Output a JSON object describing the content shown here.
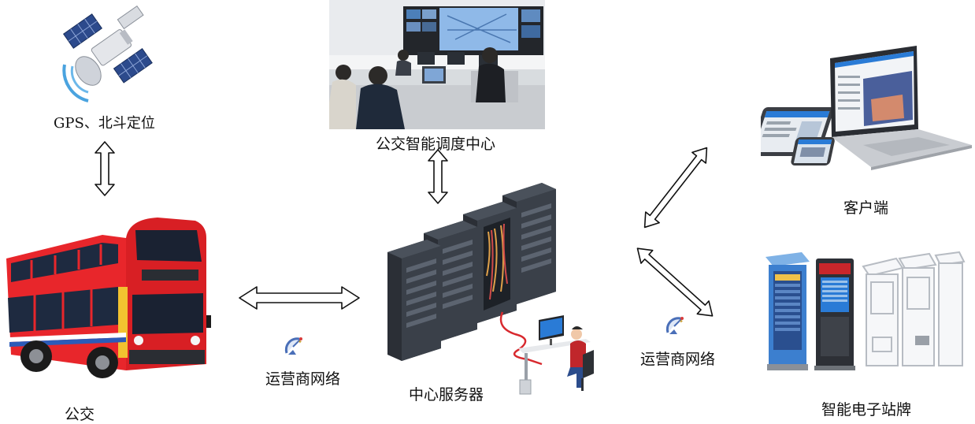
{
  "nodes": {
    "satellite": {
      "label": "GPS、北斗定位"
    },
    "dispatch_center": {
      "label": "公交智能调度中心"
    },
    "clients": {
      "label": "客户端"
    },
    "bus": {
      "label": "公交"
    },
    "server": {
      "label": "中心服务器"
    },
    "stop_sign": {
      "label": "智能电子站牌"
    }
  },
  "networks": {
    "left": {
      "label": "运营商网络"
    },
    "right": {
      "label": "运营商网络"
    }
  },
  "colors": {
    "bus_red": "#e8262b",
    "rack_dark": "#2b2f36",
    "screen_blue": "#2a7bd6",
    "arrow_stroke": "#111111"
  }
}
